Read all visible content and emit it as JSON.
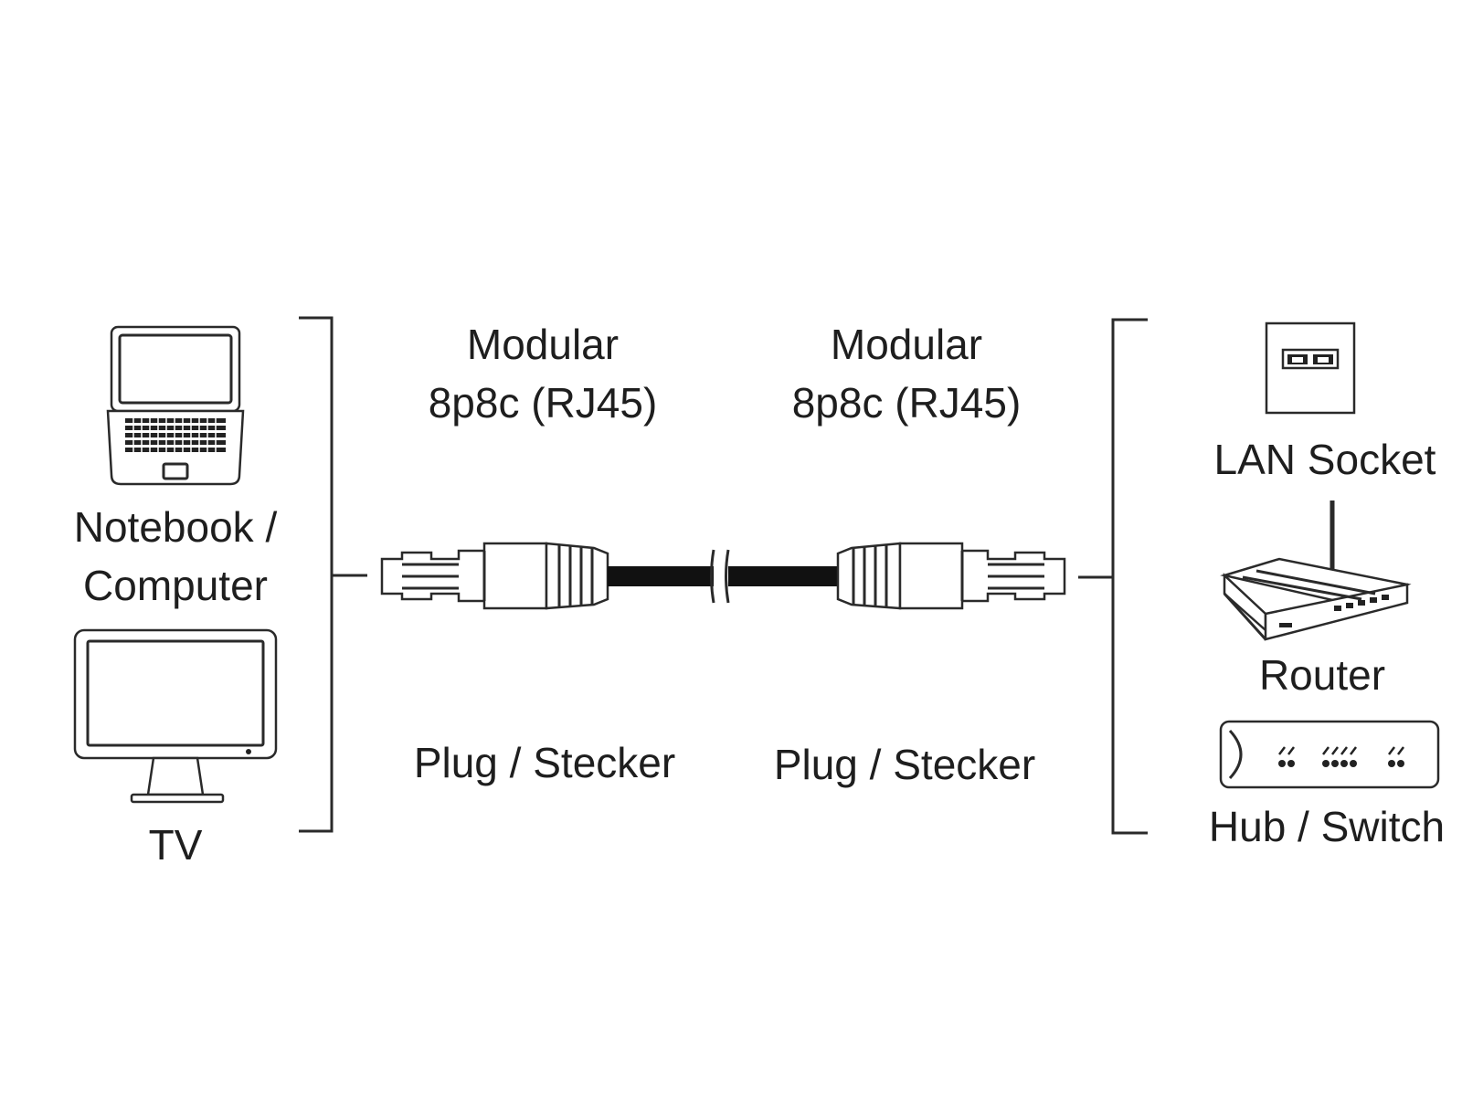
{
  "left_devices": {
    "notebook": {
      "label_line1": "Notebook /",
      "label_line2": "Computer",
      "icon": "laptop-icon"
    },
    "tv": {
      "label": "TV",
      "icon": "monitor-icon"
    }
  },
  "right_devices": {
    "lan_socket": {
      "label": "LAN Socket",
      "icon": "wall-socket-icon"
    },
    "router": {
      "label": "Router",
      "icon": "router-icon"
    },
    "hub": {
      "label": "Hub / Switch",
      "icon": "switch-icon"
    }
  },
  "cable": {
    "left_connector": {
      "type_line1": "Modular",
      "type_line2": "8p8c (RJ45)",
      "kind": "Plug / Stecker"
    },
    "right_connector": {
      "type_line1": "Modular",
      "type_line2": "8p8c (RJ45)",
      "kind": "Plug / Stecker"
    }
  },
  "colors": {
    "line": "#2a2a2a",
    "cable": "#111111",
    "background": "#ffffff"
  }
}
